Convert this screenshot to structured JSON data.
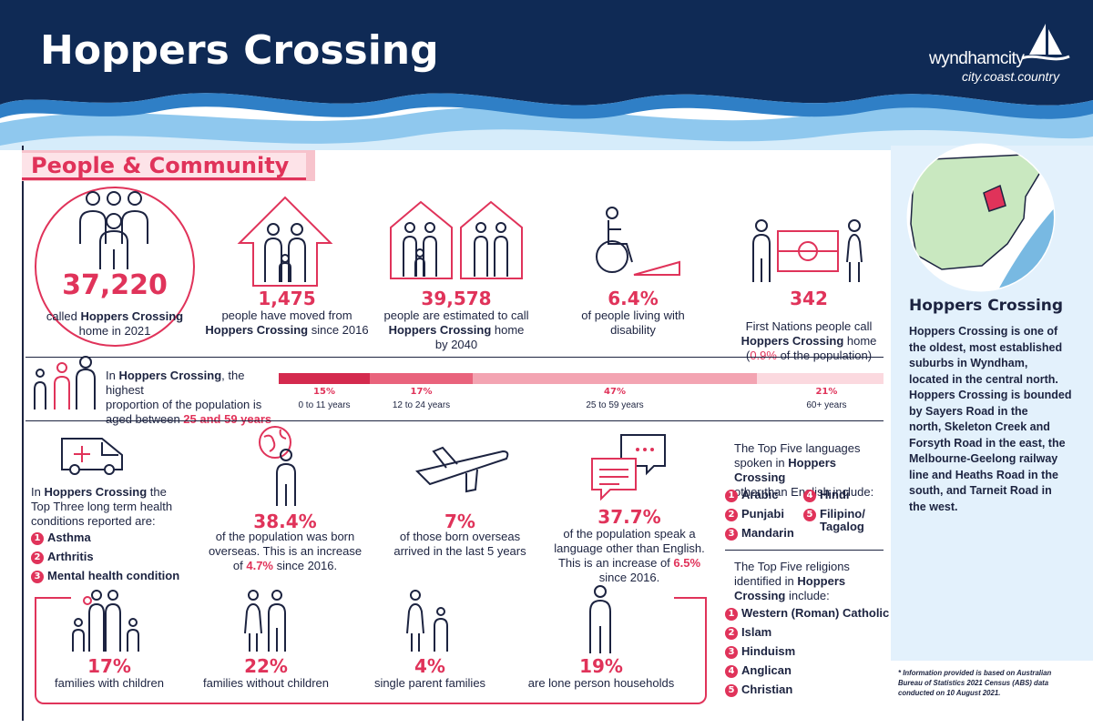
{
  "header": {
    "title": "Hoppers Crossing",
    "logo_name": "wyndhamcity",
    "logo_tagline": "city.coast.country",
    "colors": {
      "navy": "#0f2a55",
      "wave_mid": "#3f8fd0",
      "wave_light": "#b9ddf5",
      "accent": "#e0335a"
    }
  },
  "section": {
    "title": "People & Community"
  },
  "stats": {
    "population": {
      "value": "37,220",
      "pre": "called ",
      "place": "Hoppers Crossing",
      "post": "home in 2021"
    },
    "moved": {
      "value": "1,475",
      "pre": "people have moved from",
      "place": "Hoppers Crossing",
      "post": " since 2016"
    },
    "forecast": {
      "value": "39,578",
      "pre": "people are estimated to call",
      "place": "Hoppers Crossing",
      "post": " home",
      "post2": "by 2040"
    },
    "disability": {
      "value": "6.4%",
      "line1": "of people living with",
      "line2": "disability"
    },
    "first_nations": {
      "value": "342",
      "line1": "First Nations people call",
      "place": "Hoppers Crossing",
      "post": " home",
      "open": "(",
      "pct": "0.9%",
      "close": " of the population)"
    }
  },
  "age": {
    "intro_pre": "In ",
    "place": "Hoppers Crossing",
    "intro_mid": ", the highest",
    "line2": "proportion of the population is",
    "line3_pre": "aged between ",
    "range": "25 and 59 years",
    "groups": [
      {
        "pct": "15%",
        "label": "0 to 11 years",
        "value": 15,
        "color": "#d42a4e"
      },
      {
        "pct": "17%",
        "label": "12 to 24 years",
        "value": 17,
        "color": "#e9637c"
      },
      {
        "pct": "47%",
        "label": "25 to 59 years",
        "value": 47,
        "color": "#f3a4b2"
      },
      {
        "pct": "21%",
        "label": "60+ years",
        "value": 21,
        "color": "#fbd9df"
      }
    ]
  },
  "health": {
    "intro_pre": "In ",
    "place": "Hoppers Crossing",
    "intro_post": " the",
    "line2": "Top Three long term health",
    "line3": "conditions reported are:",
    "items": [
      {
        "n": "1",
        "label": "Asthma"
      },
      {
        "n": "2",
        "label": "Arthritis"
      },
      {
        "n": "3",
        "label": "Mental health condition"
      }
    ]
  },
  "overseas": {
    "value": "38.4%",
    "line1": "of the population was born",
    "line2": "overseas. This is an increase",
    "line3_pre": "of ",
    "line3_pct": "4.7%",
    "line3_post": " since 2016."
  },
  "recent": {
    "value": "7%",
    "line1": "of those born overseas",
    "line2": "arrived in the last 5 years"
  },
  "language": {
    "value": "37.7%",
    "line1": "of the population speak a",
    "line2": "language other than English.",
    "line3_pre": "This is an increase of ",
    "line3_pct": "6.5%",
    "line4": "since 2016."
  },
  "languages": {
    "line1": "The Top Five languages",
    "line2_pre": "spoken in ",
    "place": "Hoppers Crossing",
    "line3": "other than English include:",
    "items": [
      {
        "n": "1",
        "label": "Arabic"
      },
      {
        "n": "2",
        "label": "Punjabi"
      },
      {
        "n": "3",
        "label": "Mandarin"
      },
      {
        "n": "4",
        "label": "Hindi"
      },
      {
        "n": "5",
        "label": "Filipino/"
      }
    ],
    "item5_line2": "Tagalog"
  },
  "religions": {
    "line1": "The Top Five religions",
    "line2_pre": "identified in ",
    "place1": "Hoppers",
    "place2": "Crossing",
    "line3_post": " include:",
    "items": [
      {
        "n": "1",
        "label": "Western (Roman) Catholic"
      },
      {
        "n": "2",
        "label": "Islam"
      },
      {
        "n": "3",
        "label": "Hinduism"
      },
      {
        "n": "4",
        "label": "Anglican"
      },
      {
        "n": "5",
        "label": "Christian"
      }
    ]
  },
  "families": [
    {
      "pct": "17%",
      "label": "families with children"
    },
    {
      "pct": "22%",
      "label": "families without children"
    },
    {
      "pct": "4%",
      "label": "single parent families"
    },
    {
      "pct": "19%",
      "label": "are lone person households"
    }
  ],
  "side": {
    "title": "Hoppers Crossing",
    "lines": [
      "Hoppers Crossing is one of",
      "the oldest, most established",
      "suburbs in Wyndham,",
      "located in the central north.",
      "Hoppers Crossing is bounded",
      "by Sayers Road in the",
      "north, Skeleton Creek and",
      "Forsyth Road in the east, the",
      "Melbourne-Geelong railway",
      "line and Heaths Road in the",
      "south, and Tarneit Road in",
      "the west."
    ],
    "footnote": [
      "* Information provided is based on Australian",
      "Bureau of Statistics 2021 Census (ABS) data",
      "conducted on 10 August 2021."
    ]
  }
}
